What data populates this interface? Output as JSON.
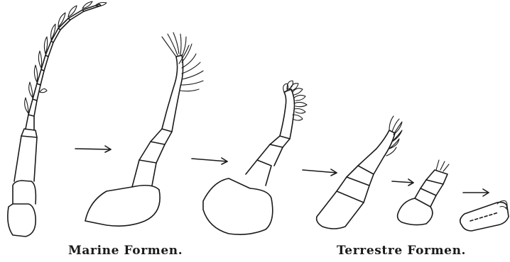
{
  "captions": {
    "marine": "Marine Formen.",
    "terrestrial": "Terrestre Formen."
  },
  "colors": {
    "ink": "#1a1a1a",
    "paper": "#ffffff"
  },
  "sequence": [
    "antenna-1",
    "arrow",
    "antenna-2",
    "arrow",
    "antenna-3",
    "arrow",
    "antenna-4",
    "arrow",
    "antenna-5",
    "arrow",
    "antenna-6"
  ]
}
